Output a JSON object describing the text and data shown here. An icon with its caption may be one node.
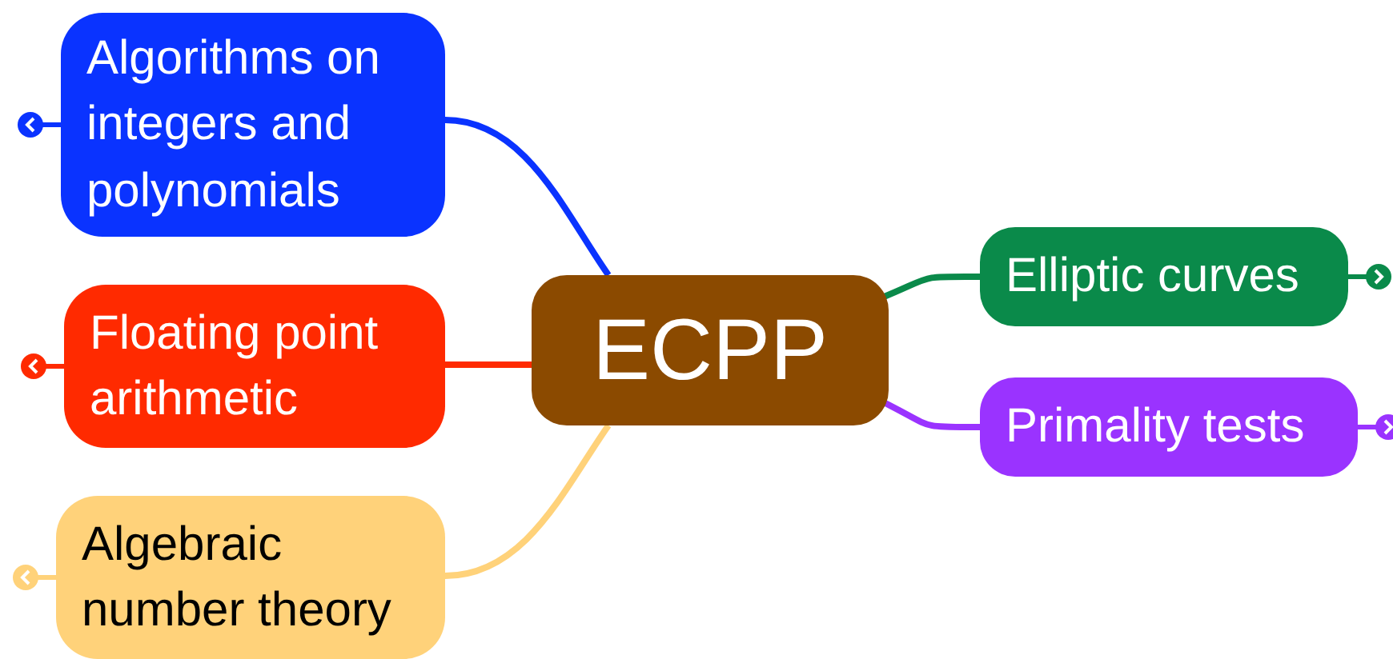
{
  "diagram": {
    "nodes": [
      {
        "text": [
          "ECPP"
        ]
      },
      {
        "text": [
          "Algorithms on integers and polynomials"
        ]
      },
      {
        "text": [
          "Floating point arithmetic"
        ]
      },
      {
        "text": [
          "Algebraic number theory"
        ]
      },
      {
        "text": [
          "Elliptic curves"
        ]
      },
      {
        "text": [
          "Primality tests"
        ]
      }
    ],
    "edges": [
      {
        "from": 0,
        "to": 1,
        "arrow": "none",
        "color": "#0a33ff"
      },
      {
        "from": 0,
        "to": 2,
        "arrow": "none",
        "color": "#ff2a00"
      },
      {
        "from": 0,
        "to": 3,
        "arrow": "none",
        "color": "#ffd27a"
      },
      {
        "from": 0,
        "to": 4,
        "arrow": "none",
        "color": "#0a8a4a"
      },
      {
        "from": 0,
        "to": 5,
        "arrow": "none",
        "color": "#9a33ff"
      }
    ]
  }
}
